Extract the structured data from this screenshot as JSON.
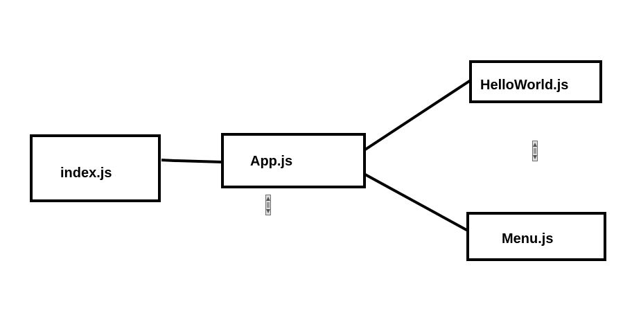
{
  "nodes": {
    "index": {
      "label": "index.js"
    },
    "app": {
      "label": "App.js"
    },
    "hello_world": {
      "label": "HelloWorld.js"
    },
    "menu": {
      "label": "Menu.js"
    }
  },
  "edges": [
    {
      "from": "index.js",
      "to": "App.js"
    },
    {
      "from": "App.js",
      "to": "HelloWorld.js"
    },
    {
      "from": "App.js",
      "to": "Menu.js"
    }
  ],
  "icons": [
    "scroll-widget-icon",
    "scroll-widget-icon"
  ],
  "colors": {
    "stroke": "#000000",
    "background": "#ffffff"
  }
}
